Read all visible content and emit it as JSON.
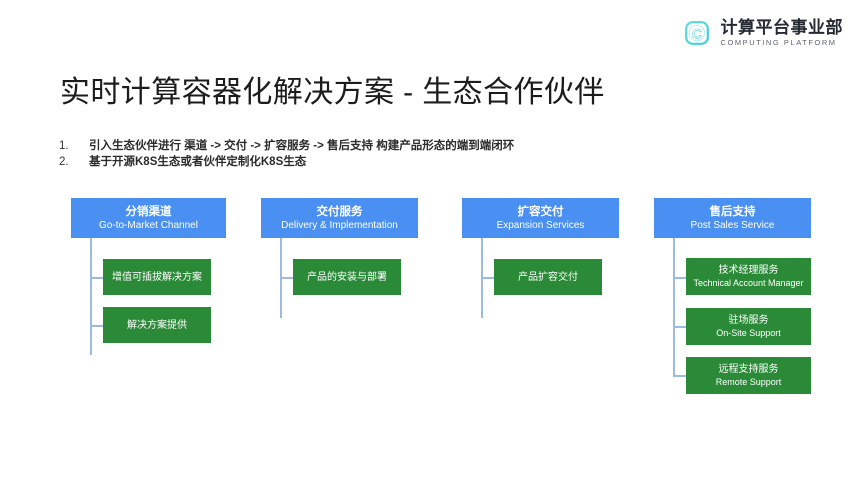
{
  "brand": {
    "logo_icon": "chip-c-logo-icon",
    "name_cn": "计算平台事业部",
    "name_en": "COMPUTING PLATFORM",
    "accent_color": "#3fd6c8"
  },
  "slide": {
    "title": "实时计算容器化解决方案 - 生态合作伙伴"
  },
  "bullets": [
    {
      "num": "1.",
      "text": "引入生态伙伴进行 渠道 -> 交付 -> 扩容服务 -> 售后支持 构建产品形态的端到端闭环"
    },
    {
      "num": "2.",
      "text": "基于开源K8S生态或者伙伴定制化K8S生态"
    }
  ],
  "colors": {
    "header_blue": "#4a90f2",
    "child_green": "#2a8a38",
    "connector": "#9dbbe0"
  },
  "diagram": {
    "type": "org-chart",
    "columns": [
      {
        "id": "go-to-market-channel",
        "header": {
          "cn": "分销渠道",
          "en": "Go-to-Market Channel"
        },
        "children": [
          {
            "cn": "增值可插拔解决方案",
            "en": ""
          },
          {
            "cn": "解决方案提供",
            "en": ""
          }
        ]
      },
      {
        "id": "delivery-implementation",
        "header": {
          "cn": "交付服务",
          "en": "Delivery & Implementation"
        },
        "children": [
          {
            "cn": "产品的安装与部署",
            "en": ""
          }
        ]
      },
      {
        "id": "expansion-services",
        "header": {
          "cn": "扩容交付",
          "en": "Expansion Services"
        },
        "children": [
          {
            "cn": "产品扩容交付",
            "en": ""
          }
        ]
      },
      {
        "id": "post-sales-service",
        "header": {
          "cn": "售后支持",
          "en": "Post Sales Service"
        },
        "children": [
          {
            "cn": "技术经理服务",
            "en": "Technical Account Manager"
          },
          {
            "cn": "驻场服务",
            "en": "On-Site Support"
          },
          {
            "cn": "远程支持服务",
            "en": "Remote  Support"
          }
        ]
      }
    ]
  }
}
